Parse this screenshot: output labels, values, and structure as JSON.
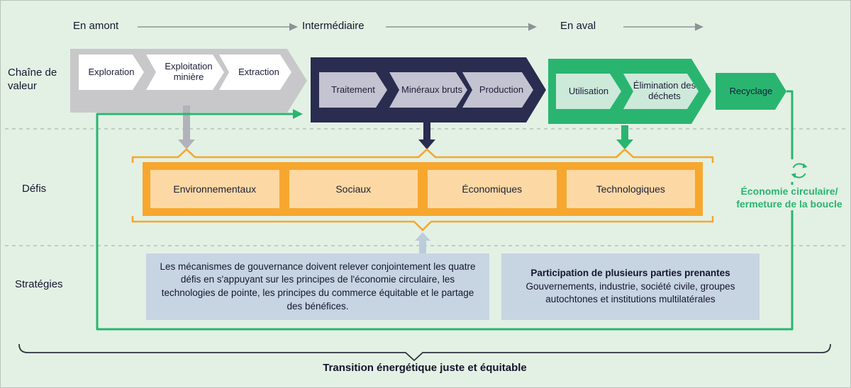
{
  "stages": {
    "upstream": "En amont",
    "intermediate": "Intermédiaire",
    "downstream": "En aval"
  },
  "rows": {
    "value_chain": "Chaîne de valeur",
    "challenges": "Défis",
    "strategies": "Stratégies"
  },
  "value_chain": {
    "upstream": [
      "Exploration",
      "Exploitation minière",
      "Extraction"
    ],
    "intermediate": [
      "Traitement",
      "Minéraux bruts",
      "Production"
    ],
    "downstream": [
      "Utilisation",
      "Élimination des déchets"
    ],
    "recycling": "Recyclage"
  },
  "challenges": [
    "Environnementaux",
    "Sociaux",
    "Économiques",
    "Technologiques"
  ],
  "circular_economy": {
    "line1": "Économie circulaire/",
    "line2": "fermeture de la boucle"
  },
  "strategies": {
    "governance": "Les mécanismes de gouvernance doivent relever conjointement les quatre défis en s'appuyant sur les principes de l'économie circulaire, les technologies de pointe, les principes du commerce équitable et le partage des bénéfices.",
    "participation_title": "Participation de plusieurs parties prenantes",
    "participation_body": "Gouvernements, industrie, société civile, groupes autochtones et institutions multilatérales"
  },
  "footer": "Transition énergétique juste et équitable",
  "colors": {
    "background": "#e3f1e4",
    "gray_stage": "#c8c8ca",
    "navy_stage": "#2a2c50",
    "green_stage": "#29b570",
    "mint_inner": "#cde9da",
    "lavender_inner": "#c3c3d1",
    "orange_outer": "#f7a72e",
    "orange_inner": "#fcd9a4",
    "strategy_box": "#c7d4e2",
    "accent_green": "#29b570"
  }
}
